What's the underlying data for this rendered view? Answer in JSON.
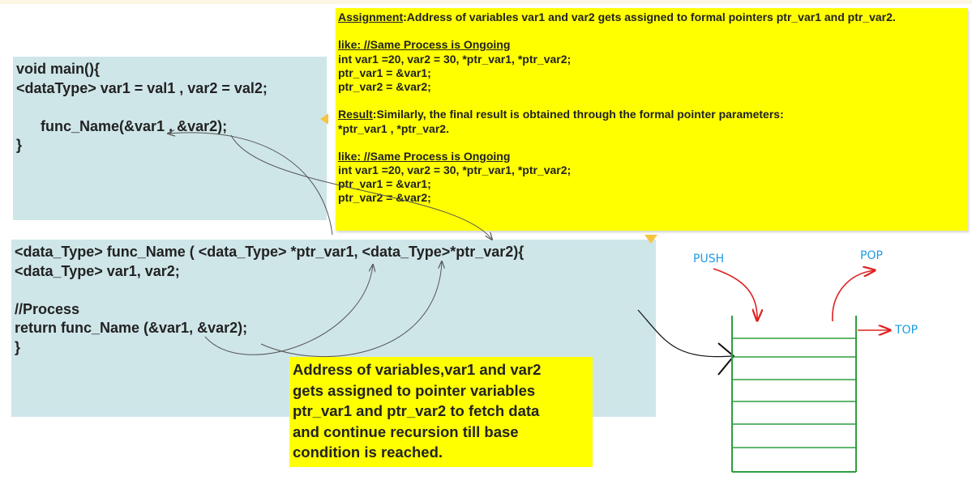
{
  "main_code": {
    "lines": [
      "void main(){",
      "<dataType> var1 = val1 , var2 = val2;",
      "",
      "      func_Name(&var1 , &var2);",
      "}"
    ]
  },
  "func_code": {
    "lines": [
      "<data_Type> func_Name ( <data_Type> *ptr_var1, <data_Type>*ptr_var2){",
      "<data_Type> var1, var2;",
      "",
      "//Process",
      "return func_Name (&var1, &var2);",
      "}"
    ]
  },
  "note": {
    "assignment_heading": "Assignment",
    "assignment_text": ":Address of variables var1 and var2 gets assigned to formal pointers ptr_var1 and ptr_var2.",
    "like1_heading": "like: //Same Process is Ongoing",
    "like1_lines": [
      "int var1 =20, var2 = 30, *ptr_var1, *ptr_var2;",
      "ptr_var1 = &var1;",
      "ptr_var2 = &var2;"
    ],
    "result_heading": "Result",
    "result_text": ":Similarly, the final result is obtained through the formal pointer parameters:",
    "result_line2": "*ptr_var1 , *ptr_var2.",
    "like2_heading": "like: //Same Process is Ongoing",
    "like2_lines": [
      "int var1 =20, var2 = 30, *ptr_var1, *ptr_var2;",
      "ptr_var1 = &var1;",
      "ptr_var2 = &var2;"
    ]
  },
  "callout": {
    "lines": [
      "Address of variables,var1 and var2",
      "gets assigned to pointer variables",
      "ptr_var1 and ptr_var2 to fetch data",
      "and continue recursion till base",
      "condition is reached."
    ]
  },
  "stack": {
    "push_label": "PUSH",
    "pop_label": "POP",
    "top_label": "TOP"
  },
  "colors": {
    "code_bg": "#cfe6e9",
    "note_bg": "#ffff00",
    "stack_stroke": "#2e9e3e",
    "label_blue": "#1e9be0",
    "arrow_red": "#e02020"
  }
}
